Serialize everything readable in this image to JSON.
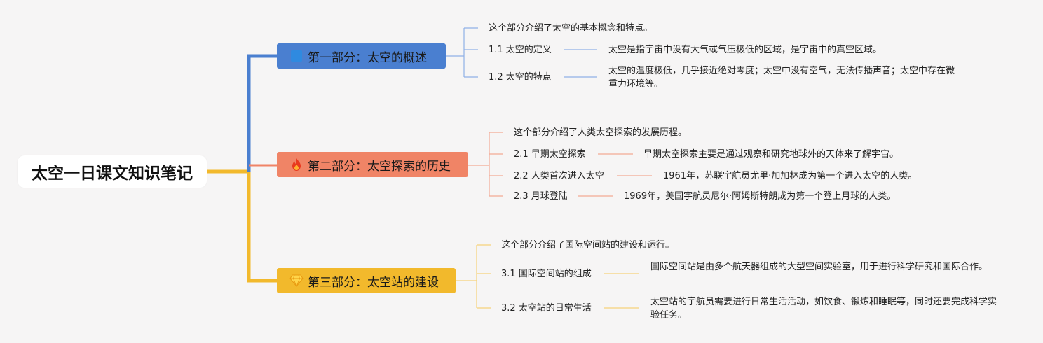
{
  "root": {
    "title": "太空一日课文知识笔记"
  },
  "colors": {
    "blue": "#4a7fd0",
    "orange": "#f08466",
    "gold": "#f2b92c"
  },
  "sections": [
    {
      "title": "第一部分：太空的概述",
      "icon": "blue-square-icon",
      "intro": "这个部分介绍了太空的基本概念和特点。",
      "items": [
        {
          "label": "1.1 太空的定义",
          "desc": "太空是指宇宙中没有大气或气压极低的区域，是宇宙中的真空区域。"
        },
        {
          "label": "1.2 太空的特点",
          "desc": "太空的温度极低，几乎接近绝对零度；太空中没有空气，无法传播声音；太空中存在微重力环境等。"
        }
      ]
    },
    {
      "title": "第二部分：太空探索的历史",
      "icon": "fire-icon",
      "intro": "这个部分介绍了人类太空探索的发展历程。",
      "items": [
        {
          "label": "2.1 早期太空探索",
          "desc": "早期太空探索主要是通过观察和研究地球外的天体来了解宇宙。"
        },
        {
          "label": "2.2 人类首次进入太空",
          "desc": "1961年，苏联宇航员尤里·加加林成为第一个进入太空的人类。"
        },
        {
          "label": "2.3 月球登陆",
          "desc": "1969年，美国宇航员尼尔·阿姆斯特朗成为第一个登上月球的人类。"
        }
      ]
    },
    {
      "title": "第三部分：太空站的建设",
      "icon": "gem-icon",
      "intro": "这个部分介绍了国际空间站的建设和运行。",
      "items": [
        {
          "label": "3.1 国际空间站的组成",
          "desc": "国际空间站是由多个航天器组成的大型空间实验室，用于进行科学研究和国际合作。"
        },
        {
          "label": "3.2 太空站的日常生活",
          "desc": "太空站的宇航员需要进行日常生活活动，如饮食、锻炼和睡眠等，同时还要完成科学实验任务。"
        }
      ]
    }
  ]
}
